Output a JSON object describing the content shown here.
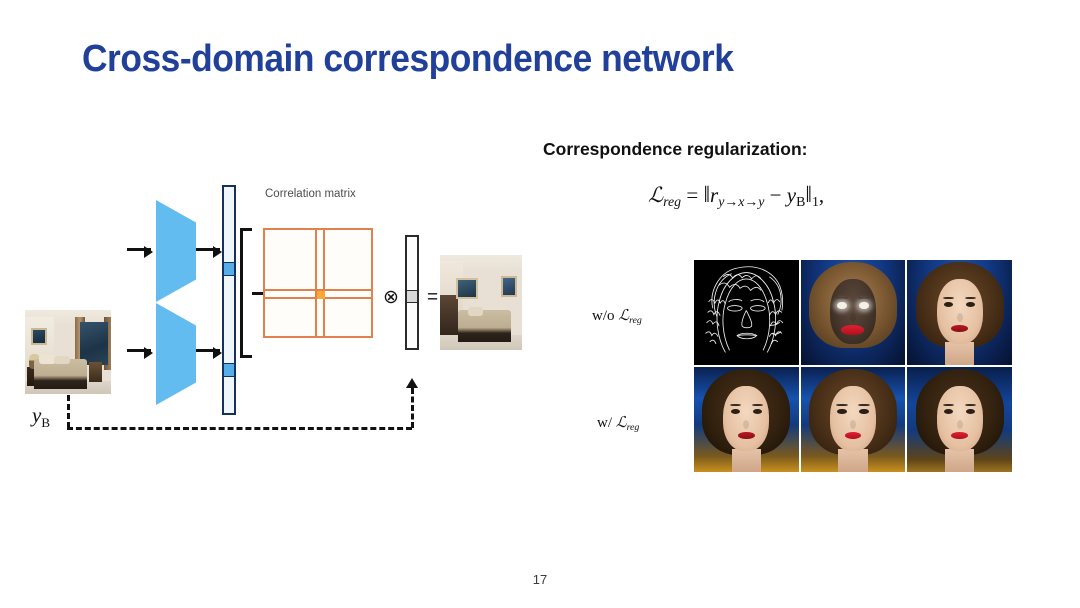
{
  "slide": {
    "title": "Cross-domain correspondence network",
    "page_number": "17",
    "title_color": "#21409A"
  },
  "diagram": {
    "correlation_matrix_label": "Correlation matrix",
    "input_label_main": "y",
    "input_label_sub": "B",
    "multiply_symbol": "⊗",
    "equals_symbol": "=",
    "encoder_color": "#62BCF0",
    "matrix_color": "#e0814e",
    "matrix_cell_color": "#f7a838",
    "feature_highlight_color": "#55AEE8",
    "input_image_alt": "bedroom-photo-input",
    "output_image_alt": "bedroom-photo-output"
  },
  "regularization": {
    "heading": "Correspondence regularization:",
    "formula_parts": {
      "loss": "ℒ",
      "loss_sub": "reg",
      "equals": "=",
      "norm_open": "‖",
      "r": "r",
      "r_sub": "y→x→y",
      "minus": "−",
      "y": "y",
      "y_sub": "B",
      "norm_close": "‖",
      "norm_sub": "1",
      "comma": ","
    },
    "formula_plain": "ℒ_reg = ‖r_{y→x→y} − y_B‖_1 ,"
  },
  "results": {
    "row_labels": [
      {
        "prefix": "w/o ",
        "loss": "ℒ",
        "loss_sub": "reg"
      },
      {
        "prefix": "w/ ",
        "loss": "ℒ",
        "loss_sub": "reg"
      }
    ],
    "cells": [
      {
        "name": "edge-map-sketch",
        "kind": "sketch"
      },
      {
        "name": "generated-face-without-reg",
        "kind": "face-failed"
      },
      {
        "name": "reference-portrait",
        "kind": "face-reference"
      },
      {
        "name": "generated-face-with-reg-1",
        "kind": "face-good-warm"
      },
      {
        "name": "generated-face-with-reg-2",
        "kind": "face-good"
      },
      {
        "name": "generated-face-with-reg-3",
        "kind": "face-good-dark"
      }
    ]
  }
}
